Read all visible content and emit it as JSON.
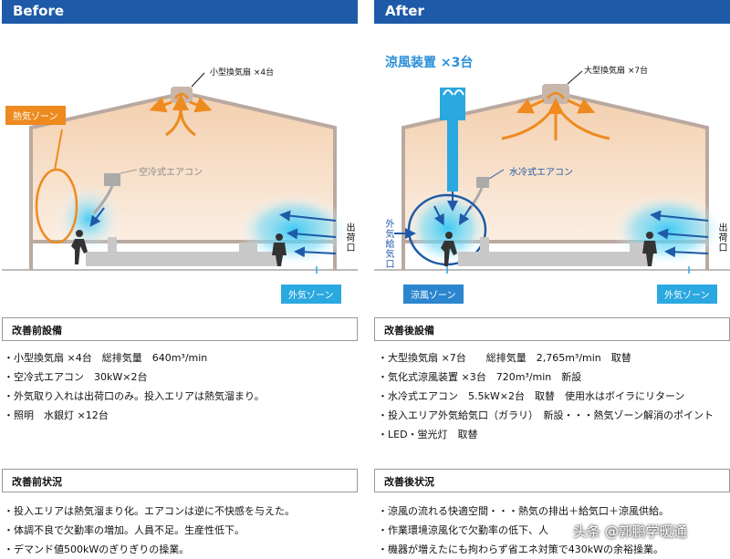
{
  "before": {
    "header": "Before",
    "fan_label": "小型換気扇 ×4台",
    "heat_zone": "熱気ゾーン",
    "ac_label": "空冷式エアコン",
    "exit_label": "出荷口",
    "outside_zone": "外気ゾーン",
    "equipment_title": "改善前設備",
    "equipment": [
      "・小型換気扇 ×4台　総排気量　640m³/min",
      "・空冷式エアコン　30kW×2台",
      "・外気取り入れは出荷口のみ。投入エリアは熱気溜まり。",
      "・照明　水銀灯 ×12台"
    ],
    "status_title": "改善前状況",
    "status": [
      "・投入エリアは熱気溜まり化。エアコンは逆に不快感を与えた。",
      "・体調不良で欠勤率の増加。人員不足。生産性低下。",
      "・デマンド値500kWのぎりぎりの操業。"
    ]
  },
  "after": {
    "header": "After",
    "cooler_label": "涼風装置 ×3台",
    "fan_label": "大型換気扇 ×7台",
    "ac_label": "水冷式エアコン",
    "intake_label": "外気給気口",
    "cool_zone": "涼風ゾーン",
    "exit_label": "出荷口",
    "outside_zone": "外気ゾーン",
    "equipment_title": "改善後設備",
    "equipment": [
      "・大型換気扇 ×7台　　総排気量　2,765m³/min　取替",
      "・気化式涼風装置 ×3台　720m³/min　新設",
      "・水冷式エアコン　5.5kW×2台　取替　使用水はボイラにリターン",
      "・投入エリア外気給気口（ガラリ）　新設・・・熱気ゾーン解消のポイント",
      "・LED・蛍光灯　取替"
    ],
    "status_title": "改善後状況",
    "status": [
      "・涼風の流れる快適空間・・・熱気の排出＋給気口＋涼風供給。",
      "・作業環境涼風化で欠勤率の低下、人",
      "・機器が増えたにも拘わらず省エネ対策で430kWの余裕操業。"
    ]
  },
  "watermark": "头条 @郭鹏学暖通",
  "colors": {
    "header": "#1e5aa8",
    "orange": "#ee8a1e",
    "cyan": "#2aa8e0",
    "box_border": "#999999"
  }
}
